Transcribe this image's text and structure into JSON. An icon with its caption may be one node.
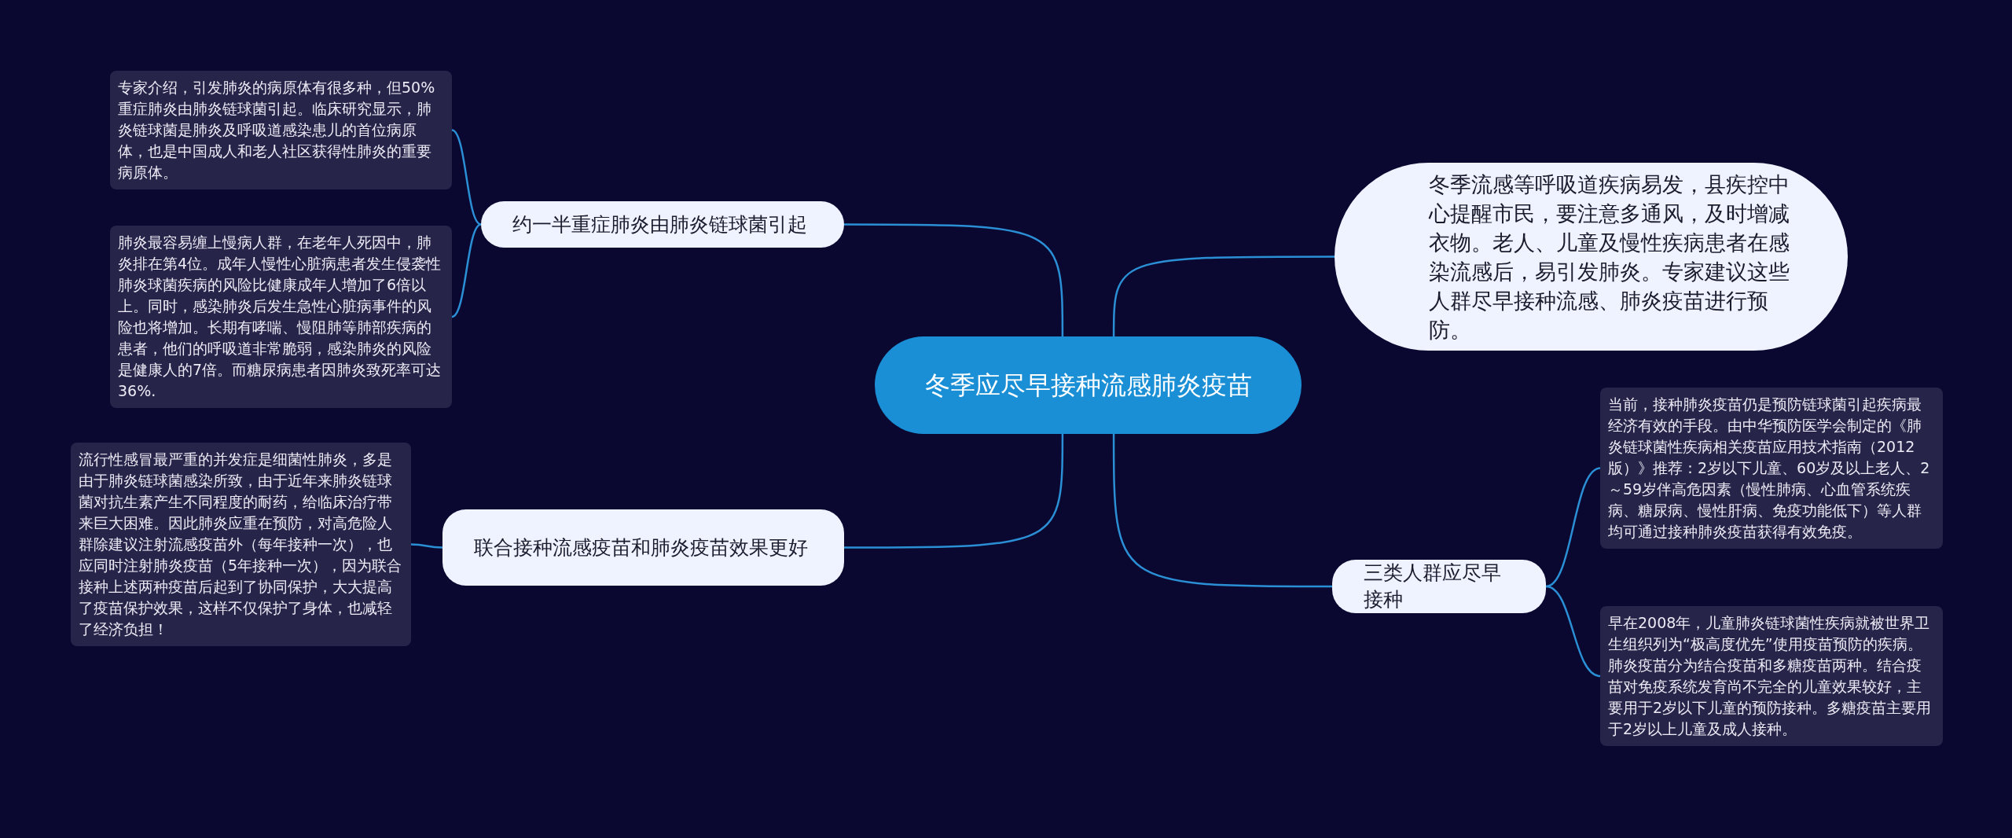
{
  "diagram": {
    "nodes": [
      {
        "text": [
          "冬季应尽早接种流感肺炎疫苗"
        ]
      },
      {
        "text": [
          "约一半重症肺炎由肺炎链球菌引起"
        ]
      },
      {
        "text": [
          "专家介绍，引发肺炎的病原体有很多种，但50%重症肺炎由肺炎链球菌引起。临床研究显示，肺炎链球菌是肺炎及呼吸道感染患儿的首位病原体，也是中国成人和老人社区获得性肺炎的重要病原体。"
        ]
      },
      {
        "text": [
          "肺炎最容易缠上慢病人群，在老年人死因中，肺炎排在第4位。成年人慢性心脏病患者发生侵袭性肺炎球菌疾病的风险比健康成年人增加了6倍以上。同时，感染肺炎后发生急性心脏病事件的风险也将增加。长期有哮喘、慢阻肺等肺部疾病的患者，他们的呼吸道非常脆弱，感染肺炎的风险是健康人的7倍。而糖尿病患者因肺炎致死率可达36%."
        ]
      },
      {
        "text": [
          "联合接种流感疫苗和肺炎疫苗效果更好"
        ]
      },
      {
        "text": [
          "流行性感冒最严重的并发症是细菌性肺炎，多是由于肺炎链球菌感染所致，由于近年来肺炎链球菌对抗生素产生不同程度的耐药，给临床治疗带来巨大困难。因此肺炎应重在预防，对高危险人群除建议注射流感疫苗外（每年接种一次），也应同时注射肺炎疫苗（5年接种一次），因为联合接种上述两种疫苗后起到了协同保护，大大提高了疫苗保护效果，这样不仅保护了身体，也减轻了经济负担！"
        ]
      },
      {
        "text": [
          "冬季流感等呼吸道疾病易发，县疾控中心提醒市民，要注意多通风，及时增减衣物。老人、儿童及慢性疾病患者在感染流感后，易引发肺炎。专家建议这些人群尽早接种流感、肺炎疫苗进行预防。"
        ]
      },
      {
        "text": [
          "三类人群应尽早接种"
        ]
      },
      {
        "text": [
          "当前，接种肺炎疫苗仍是预防链球菌引起疾病最经济有效的手段。由中华预防医学会制定的《肺炎链球菌性疾病相关疫苗应用技术指南（2012版）》推荐：2岁以下儿童、60岁及以上老人、2～59岁伴高危因素（慢性肺病、心血管系统疾病、糖尿病、慢性肝病、免疫功能低下）等人群均可通过接种肺炎疫苗获得有效免疫。"
        ]
      },
      {
        "text": [
          "早在2008年，儿童肺炎链球菌性疾病就被世界卫生组织列为“极高度优先”使用疫苗预防的疾病。肺炎疫苗分为结合疫苗和多糖疫苗两种。结合疫苗对免疫系统发育尚不完全的儿童效果较好，主要用于2岁以下儿童的预防接种。多糖疫苗主要用于2岁以上儿童及成人接种。"
        ]
      }
    ],
    "edges": [
      {
        "from": 0,
        "to": 1,
        "arrow": "none"
      },
      {
        "from": 1,
        "to": 2,
        "arrow": "none"
      },
      {
        "from": 1,
        "to": 3,
        "arrow": "none"
      },
      {
        "from": 0,
        "to": 4,
        "arrow": "none"
      },
      {
        "from": 4,
        "to": 5,
        "arrow": "none"
      },
      {
        "from": 0,
        "to": 6,
        "arrow": "none"
      },
      {
        "from": 0,
        "to": 7,
        "arrow": "none"
      },
      {
        "from": 7,
        "to": 8,
        "arrow": "none"
      },
      {
        "from": 7,
        "to": 9,
        "arrow": "none"
      }
    ]
  }
}
